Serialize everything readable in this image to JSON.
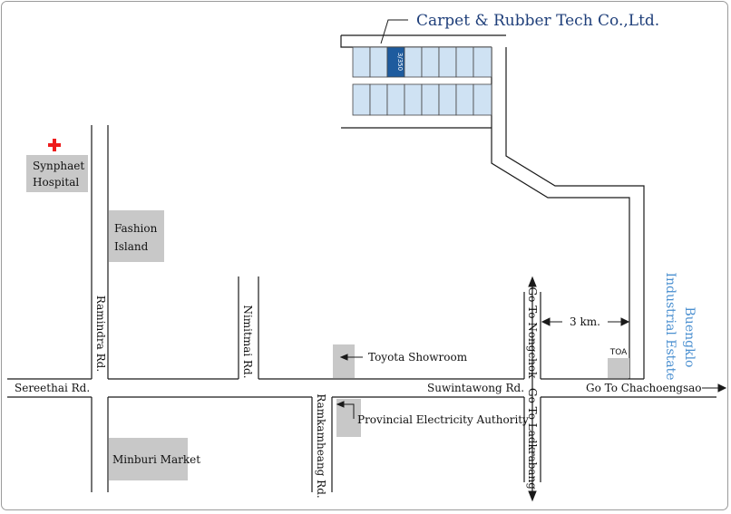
{
  "company": {
    "name": "Carpet & Rubber Tech Co.,Ltd.",
    "unit_no": "3/350"
  },
  "estate": {
    "line1": "Buengklo",
    "line2": "Industrial Estate"
  },
  "distance_label": "3 km.",
  "roads": {
    "sereethai": "Sereethai Rd.",
    "ramindra": "Ramindra Rd.",
    "nimitmai": "Nimitmai Rd.",
    "ramkamhaeng": "Ramkamheang Rd.",
    "suwintawong": "Suwintawong Rd.",
    "go_nongchok": "Go To Nongchok",
    "go_ladkrabang": "Go To Ladkrabang",
    "go_chachoengsao": "Go To Chachoengsao"
  },
  "places": {
    "hospital_line1": "Synphaet",
    "hospital_line2": "Hospital",
    "fashion_line1": "Fashion",
    "fashion_line2": "Island",
    "minburi_market": "Minburi Market",
    "toyota": "Toyota Showroom",
    "pea": "Provincial Electricity Authority",
    "toa": "TOA"
  },
  "colors": {
    "title": "#1f3f7a",
    "estate": "#4a8fd0",
    "highlight_unit": "#1e5b9e",
    "unit_fill": "#cfe2f3",
    "landmark_fill": "#c8c8c8",
    "hospital_cross": "#ee1c1c"
  }
}
